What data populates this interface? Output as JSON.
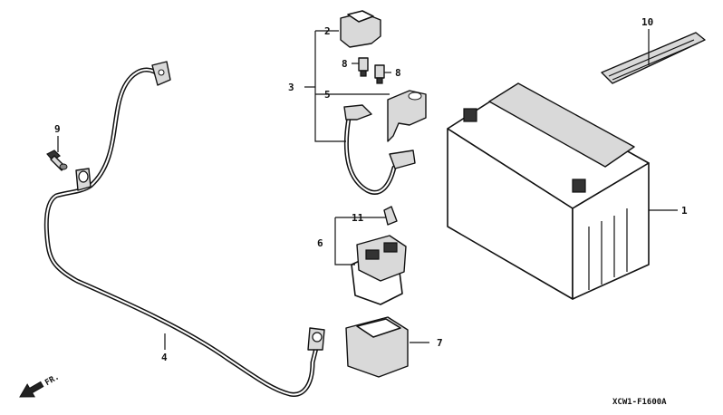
{
  "callouts": {
    "c1": "1",
    "c2": "2",
    "c3": "3",
    "c4": "4",
    "c5": "5",
    "c6": "6",
    "c7": "7",
    "c8a": "8",
    "c8b": "8",
    "c9": "9",
    "c10": "10",
    "c11": "11"
  },
  "direction_label": "FR.",
  "diagram_code": "XCW1-F1600A"
}
